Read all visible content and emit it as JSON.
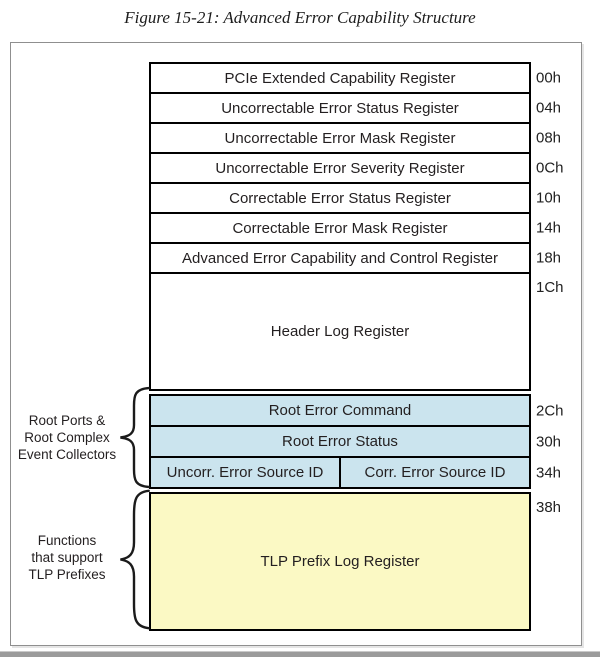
{
  "figure": {
    "title": "Figure 15-21: Advanced Error Capability Structure"
  },
  "colors": {
    "root_rows_blue": "#cbe4ee",
    "tlp_row_yellow": "#fbf9c4",
    "box_border": "#000000",
    "frame_border": "#8f8f8f"
  },
  "registers": [
    {
      "label": "PCIe Extended Capability Register",
      "offset": "00h"
    },
    {
      "label": "Uncorrectable Error Status Register",
      "offset": "04h"
    },
    {
      "label": "Uncorrectable Error Mask Register",
      "offset": "08h"
    },
    {
      "label": "Uncorrectable Error Severity Register",
      "offset": "0Ch"
    },
    {
      "label": "Correctable Error Status Register",
      "offset": "10h"
    },
    {
      "label": "Correctable Error Mask Register",
      "offset": "14h"
    },
    {
      "label": "Advanced Error Capability and Control Register",
      "offset": "18h"
    },
    {
      "label": "Header Log Register",
      "offset": "1Ch"
    },
    {
      "label": "Root Error Command",
      "offset": "2Ch"
    },
    {
      "label": "Root Error Status",
      "offset": "30h"
    },
    {
      "left_label": "Uncorr. Error Source ID",
      "right_label": "Corr.  Error Source ID",
      "offset": "34h"
    },
    {
      "label": "TLP Prefix Log Register",
      "offset": "38h"
    }
  ],
  "annotations": {
    "root_group": "Root Ports &\nRoot Complex\nEvent Collectors",
    "tlp_group": "Functions\nthat support\nTLP Prefixes"
  }
}
